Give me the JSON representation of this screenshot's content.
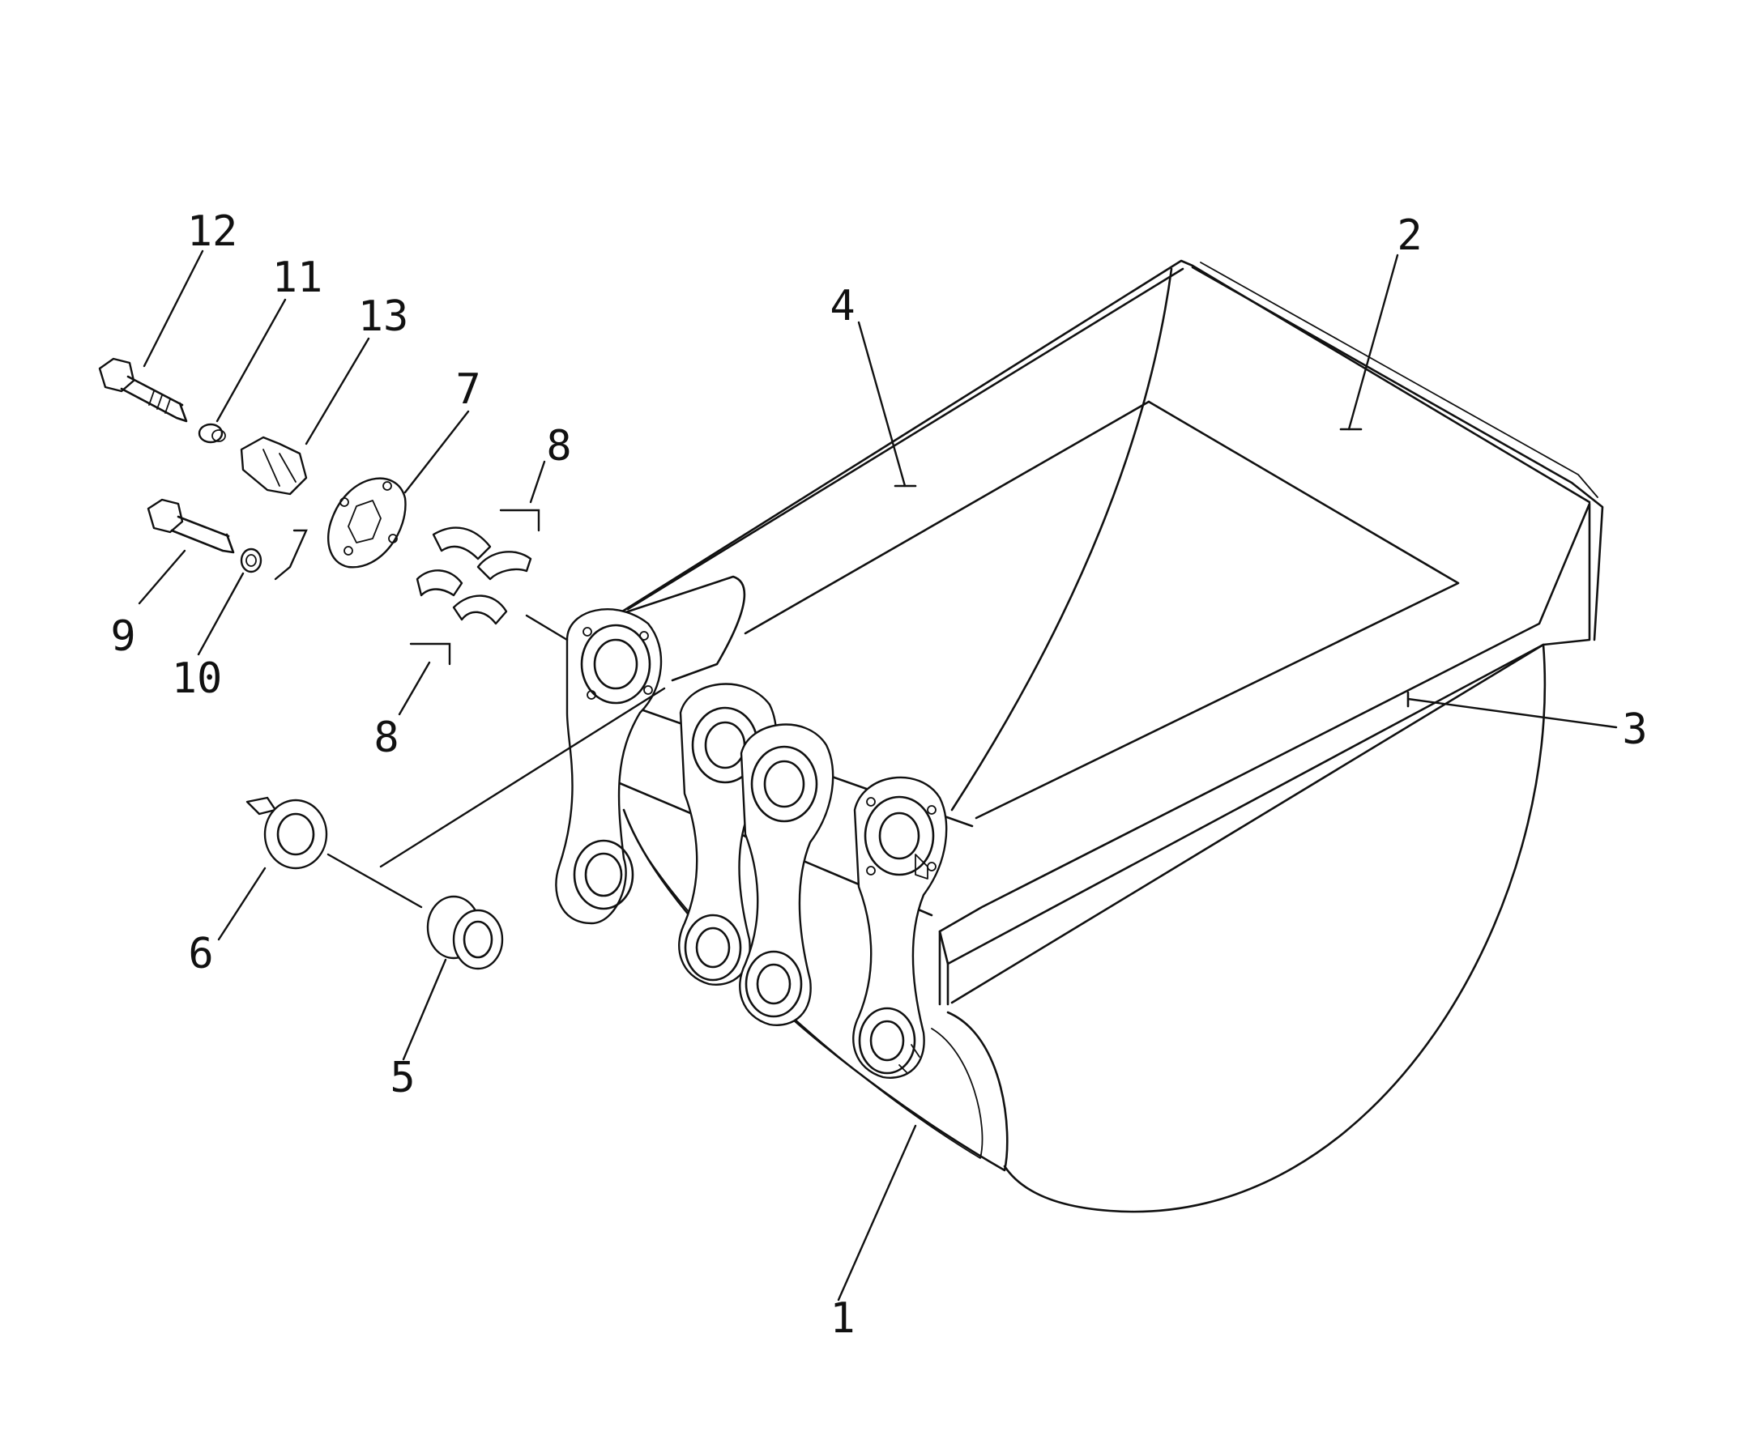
{
  "diagram": {
    "subject": "exploded parts diagram",
    "line_color": "#111111",
    "background": "#ffffff",
    "callouts": [
      {
        "id": "c1",
        "label": "1"
      },
      {
        "id": "c2",
        "label": "2"
      },
      {
        "id": "c3",
        "label": "3"
      },
      {
        "id": "c4",
        "label": "4"
      },
      {
        "id": "c5",
        "label": "5"
      },
      {
        "id": "c6",
        "label": "6"
      },
      {
        "id": "c7",
        "label": "7"
      },
      {
        "id": "c8a",
        "label": "8"
      },
      {
        "id": "c8b",
        "label": "8"
      },
      {
        "id": "c9",
        "label": "9"
      },
      {
        "id": "c10",
        "label": "10"
      },
      {
        "id": "c11",
        "label": "11"
      },
      {
        "id": "c12",
        "label": "12"
      },
      {
        "id": "c13",
        "label": "13"
      }
    ]
  }
}
